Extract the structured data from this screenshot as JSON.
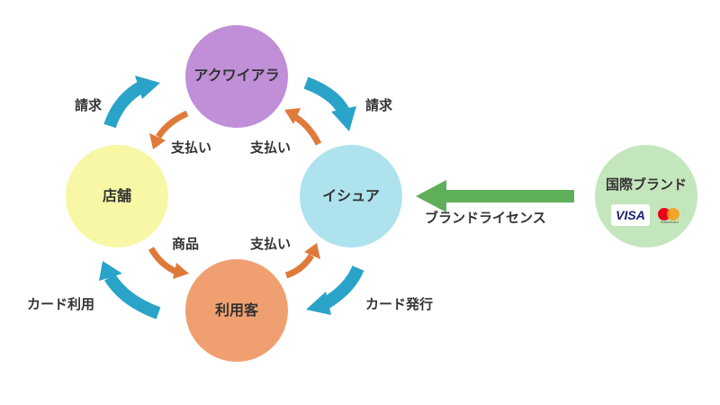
{
  "nodes": {
    "acquirer": "アクワイアラ",
    "merchant": "店舗",
    "issuer": "イシュア",
    "user": "利用客",
    "brand": "国際ブランド"
  },
  "labels": {
    "request_left": "請求",
    "request_right": "請求",
    "payment_acq_merchant": "支払い",
    "payment_issuer_acq": "支払い",
    "product": "商品",
    "payment_user_issuer": "支払い",
    "card_use": "カード利用",
    "card_issue": "カード発行",
    "brand_license": "ブランドライセンス"
  },
  "brand_cards": {
    "visa": "VISA",
    "mastercard_caption": "mastercard"
  },
  "colors": {
    "acquirer": "#c08fd8",
    "merchant": "#f7f7a6",
    "issuer": "#aee3ee",
    "user": "#f0a070",
    "brand": "#c4e6bd",
    "blue_arrow": "#2aa3c8",
    "orange_arrow": "#e07a3a",
    "green_arrow": "#5fae5a",
    "visa_blue": "#1a1f71",
    "mc_red": "#eb001b",
    "mc_orange": "#f79e1b"
  }
}
